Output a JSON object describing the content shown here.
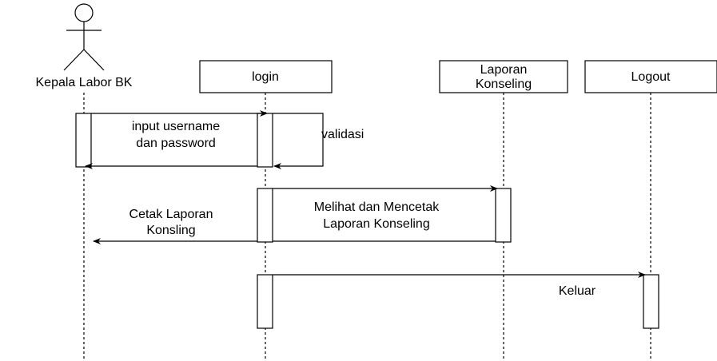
{
  "actor": {
    "label": "Kepala Labor BK"
  },
  "lifelines": [
    {
      "label_lines": [
        "login"
      ]
    },
    {
      "label_lines": [
        "Laporan",
        "Konseling"
      ]
    },
    {
      "label_lines": [
        "Logout"
      ]
    }
  ],
  "messages": [
    {
      "label_lines": [
        "input username",
        "dan password"
      ]
    },
    {
      "label_lines": [
        "validasi"
      ]
    },
    {
      "label_lines": [
        "Melihat dan Mencetak",
        "Laporan Konseling"
      ]
    },
    {
      "label_lines": [
        "Cetak Laporan",
        "Konsling"
      ]
    },
    {
      "label_lines": [
        "Keluar"
      ]
    }
  ]
}
